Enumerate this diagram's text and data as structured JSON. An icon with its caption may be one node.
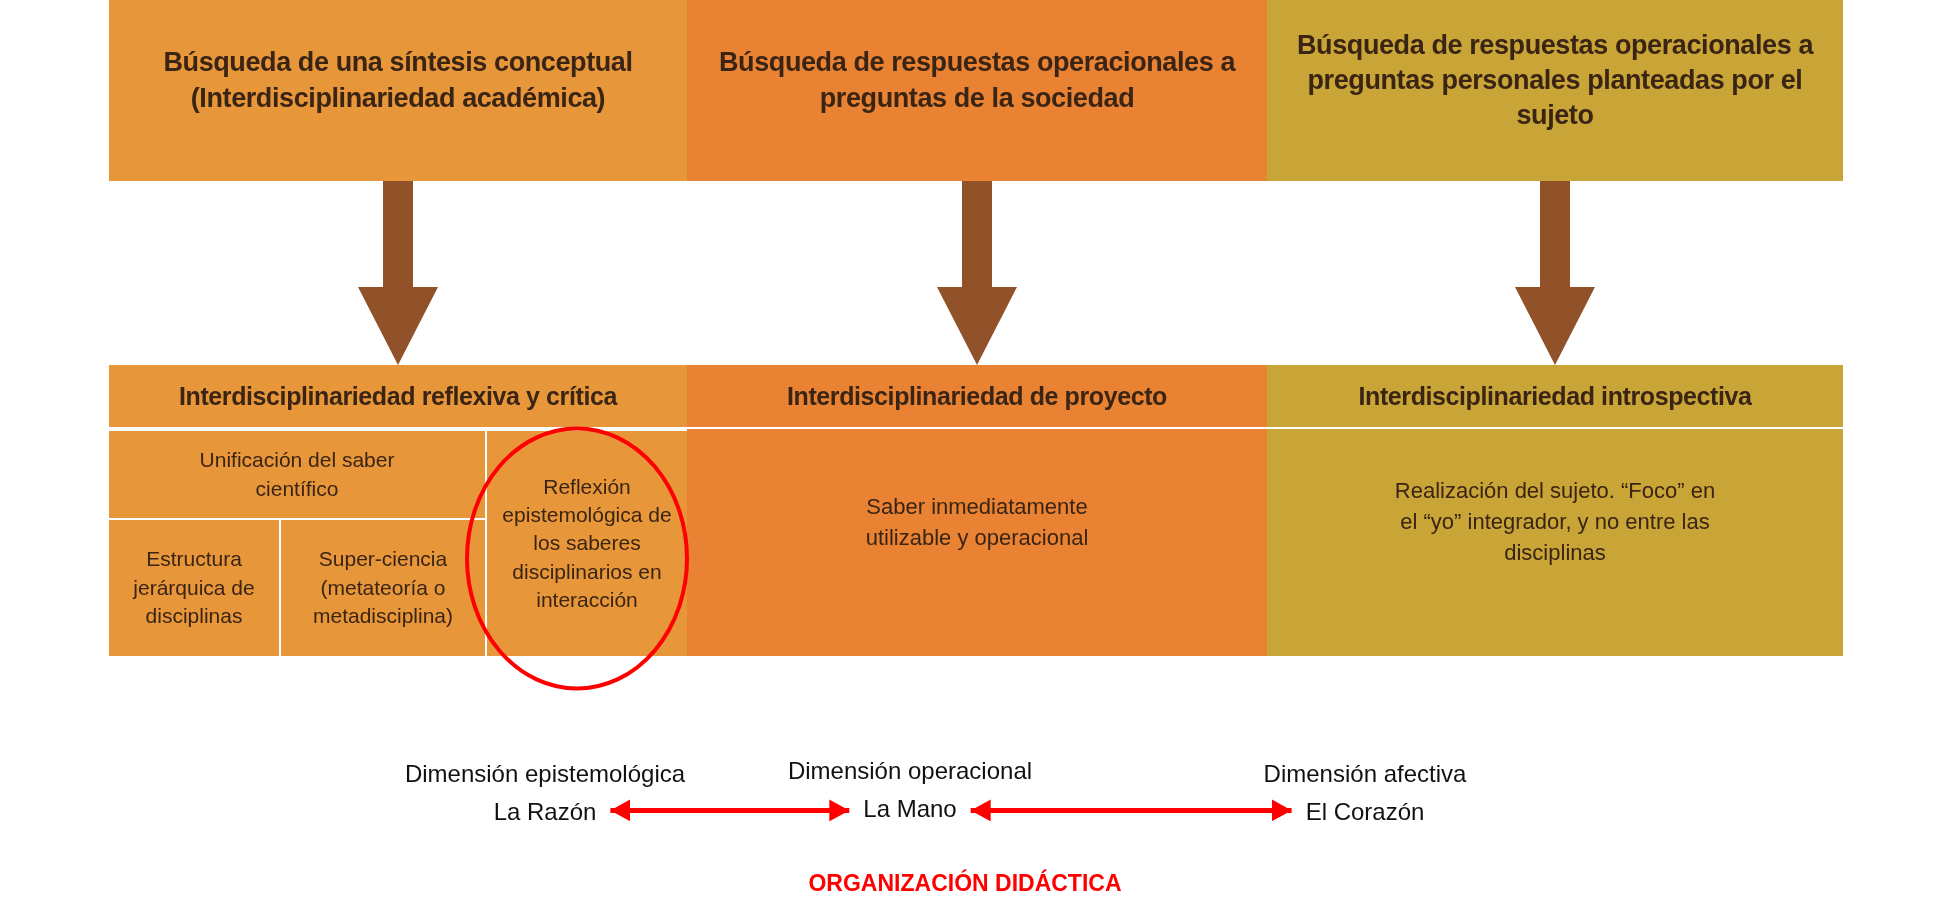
{
  "diagram": {
    "nodes": [
      {
        "text": [
          "Búsqueda de una síntesis conceptual (Interdisciplinariedad académica)"
        ]
      },
      {
        "text": [
          "Búsqueda de respuestas operacionales a preguntas de la sociedad"
        ]
      },
      {
        "text": [
          "Búsqueda de respuestas operacionales a preguntas personales planteadas por el sujeto"
        ]
      },
      {
        "text": [
          "Interdisciplinariedad reflexiva y crítica"
        ]
      },
      {
        "text": [
          "Unificación del saber científico"
        ],
        "in": 3
      },
      {
        "text": [
          "Estructura jerárquica de disciplinas"
        ],
        "in": 3
      },
      {
        "text": [
          "Super-ciencia (metateoría o metadisciplina)"
        ],
        "in": 3
      },
      {
        "text": [
          "Reflexión epistemológica de los saberes disciplinarios en interacción"
        ],
        "in": 3
      },
      {
        "text": [
          "Interdisciplinariedad de proyecto",
          "Saber inmediatamente utilizable y operacional"
        ]
      },
      {
        "text": [
          "Interdisciplinariedad introspectiva",
          "Realización del sujeto. “Foco” en el “yo” integrador, y no entre las disciplinas"
        ]
      },
      {
        "text": [
          "Dimensión epistemológica",
          "La Razón"
        ]
      },
      {
        "text": [
          "Dimensión operacional",
          "La Mano"
        ]
      },
      {
        "text": [
          "Dimensión afectiva",
          "El Corazón"
        ]
      }
    ],
    "edges": [
      {
        "from": 0,
        "to": 3,
        "arrow": "to",
        "style": "thick",
        "color": "#91522a"
      },
      {
        "from": 1,
        "to": 8,
        "arrow": "to",
        "style": "thick",
        "color": "#91522a"
      },
      {
        "from": 2,
        "to": 9,
        "arrow": "to",
        "style": "thick",
        "color": "#91522a"
      },
      {
        "from": 10,
        "to": 11,
        "arrow": "both",
        "color": "#ff0000"
      },
      {
        "from": 11,
        "to": 12,
        "arrow": "both",
        "color": "#ff0000"
      }
    ],
    "labels": [
      "ORGANIZACIÓN DIDÁCTICA"
    ]
  }
}
